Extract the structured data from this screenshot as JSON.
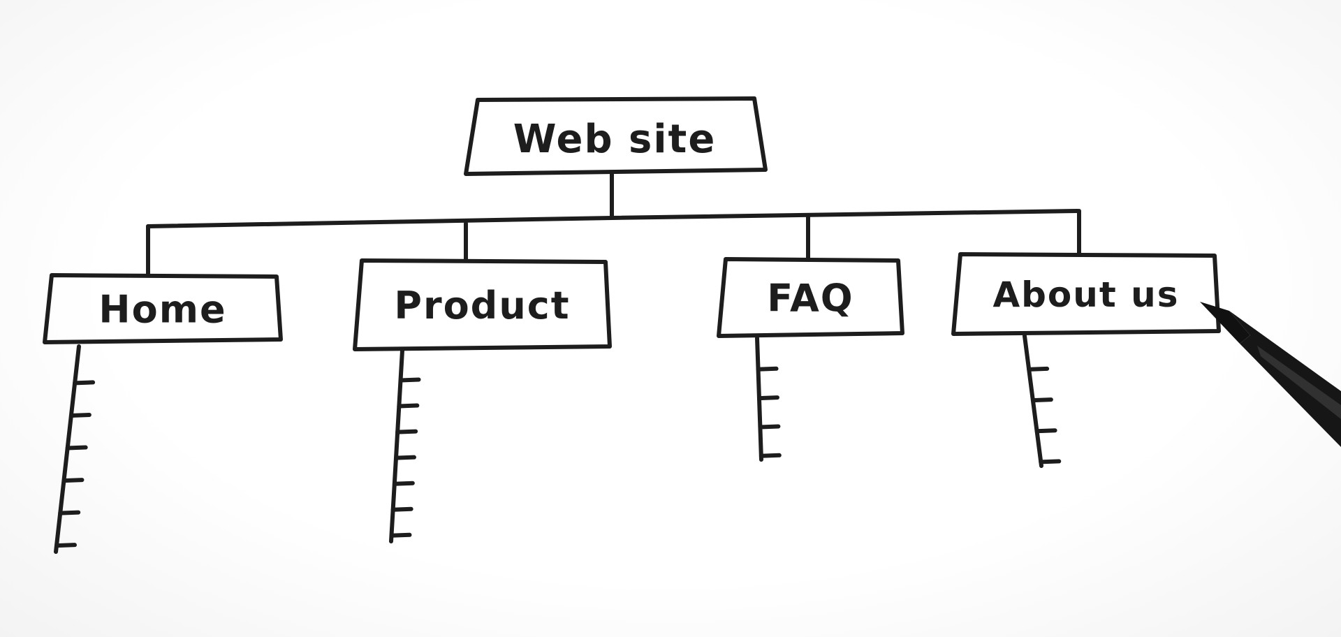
{
  "diagram": {
    "root": {
      "label": "Web site"
    },
    "children": [
      {
        "label": "Home",
        "sub_items": 6
      },
      {
        "label": "Product",
        "sub_items": 7
      },
      {
        "label": "FAQ",
        "sub_items": 4
      },
      {
        "label": "About us",
        "sub_items": 4
      }
    ]
  },
  "colors": {
    "ink": "#1d1d1d",
    "paper": "#ffffff"
  },
  "icons": {
    "pen": "marker-pen-icon"
  }
}
